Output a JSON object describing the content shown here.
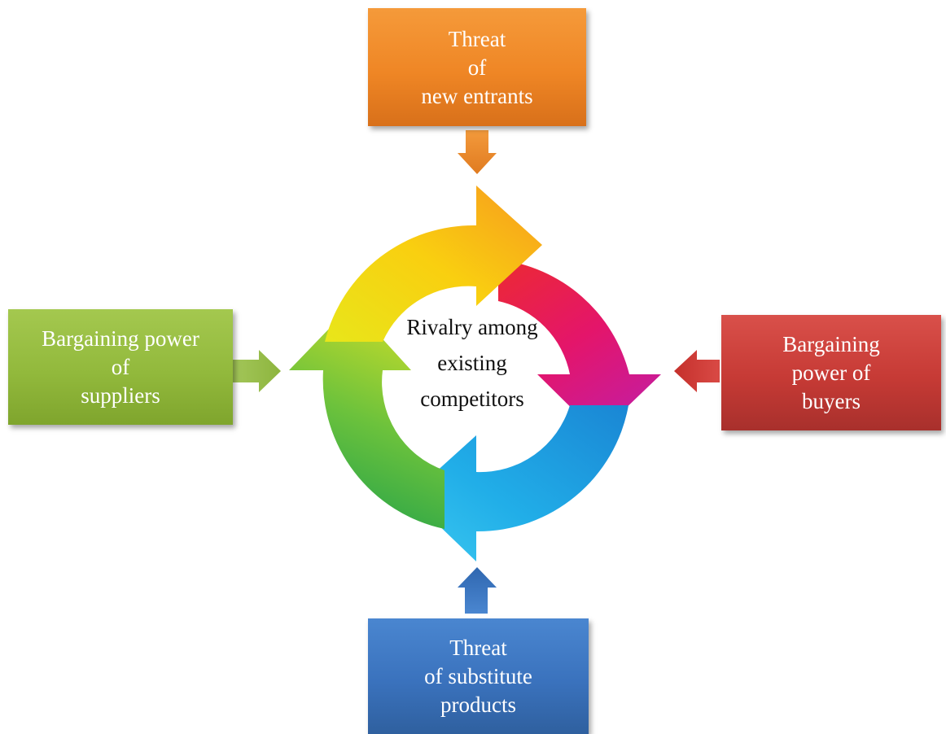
{
  "forces": {
    "new_entrants": {
      "lines": [
        "Threat",
        "of",
        "new entrants"
      ],
      "color": "#ef8625"
    },
    "suppliers": {
      "lines": [
        "Bargaining power",
        "of",
        "suppliers"
      ],
      "color": "#92b93c"
    },
    "buyers": {
      "lines": [
        "Bargaining",
        "power of",
        "buyers"
      ],
      "color": "#c63a35"
    },
    "substitutes": {
      "lines": [
        "Threat",
        "of substitute",
        "products"
      ],
      "color": "#3a72bd"
    }
  },
  "center": {
    "lines": [
      "Rivalry among",
      "existing",
      "competitors"
    ]
  },
  "cycle_colors": [
    "#f7c614",
    "#e8183a",
    "#1aa6e0",
    "#5cbf3a"
  ]
}
